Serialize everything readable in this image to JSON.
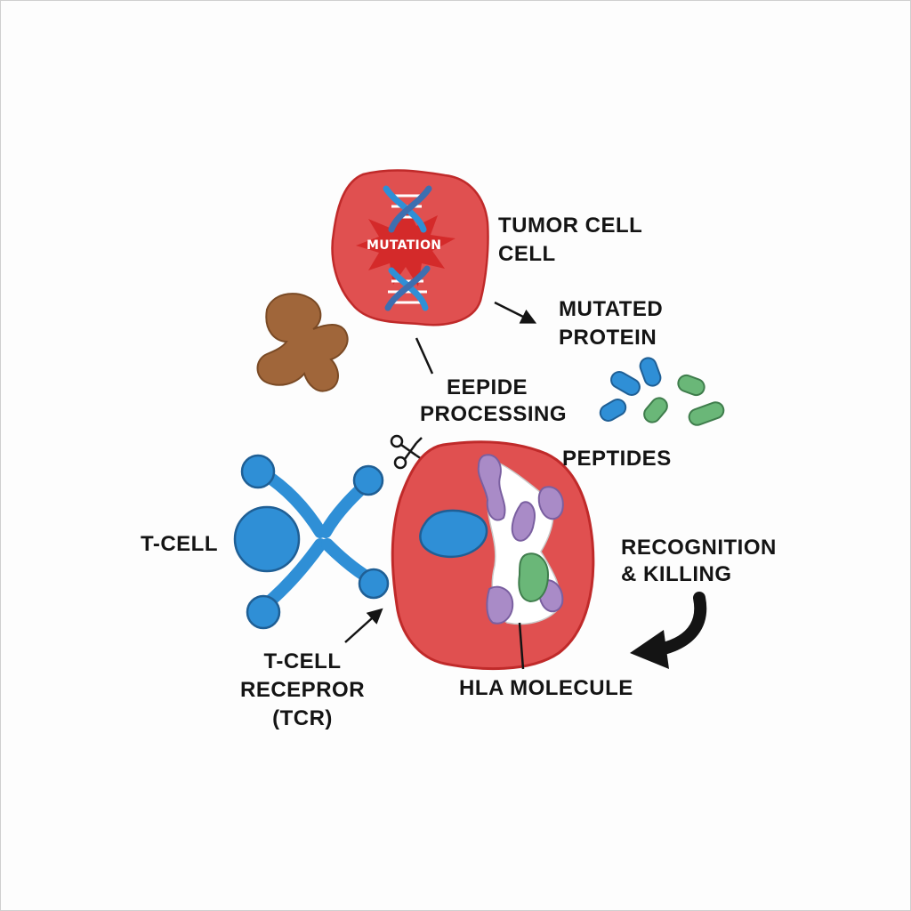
{
  "labels": {
    "mutation": "MUTATION",
    "tumor_cell_line1": "TUMOR CELL",
    "tumor_cell_line2": "CELL",
    "mutated_protein_line1": "MUTATED",
    "mutated_protein_line2": "PROTEIN",
    "processing_line1": "EEPIDE",
    "processing_line2": "PROCESSING",
    "peptides": "PEPTIDES",
    "t_cell": "T-CELL",
    "recognition_line1": "RECOGNITION",
    "recognition_line2": "& KILLING",
    "tcr_line1": "T-CELL",
    "tcr_line2": "RECEPROR",
    "tcr_line3": "(TCR)",
    "hla_molecule": "HLA MOLECULE"
  },
  "icons": {
    "dna": "dna-helix-icon",
    "scissors": "scissors-icon",
    "starburst": "mutation-starburst-icon"
  },
  "colors": {
    "tumor_red": "#e05050",
    "tumor_outline": "#c02a2a",
    "blue": "#2f8fd6",
    "green": "#6ab778",
    "purple": "#a98bc7",
    "brown": "#a0663a",
    "text": "#141414"
  }
}
